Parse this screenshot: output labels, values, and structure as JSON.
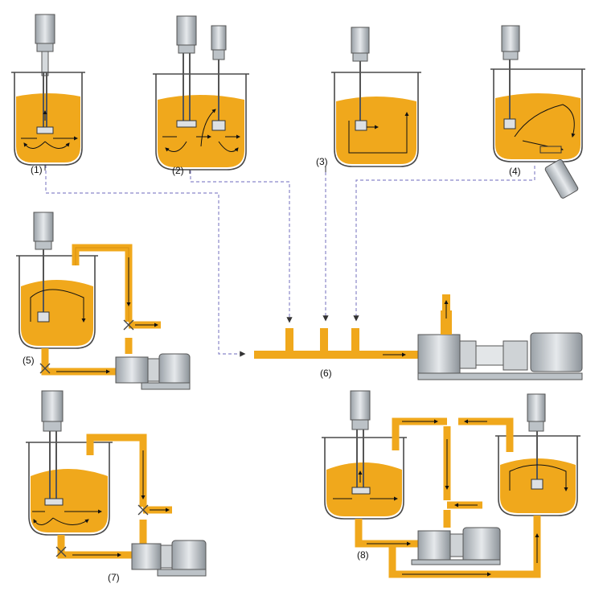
{
  "labels": {
    "p1": "(1)",
    "p2": "(2)",
    "p3": "(3)",
    "p4": "(4)",
    "p5": "(5)",
    "p6": "(6)",
    "p7": "(7)",
    "p8": "(8)"
  },
  "colors": {
    "liquid": "#f0a81c",
    "liquid_dark": "#e8981a",
    "vessel": "#4a4a4a",
    "motor": "#c9ced2",
    "line": "#222222",
    "dashed": "#8a87c9"
  }
}
